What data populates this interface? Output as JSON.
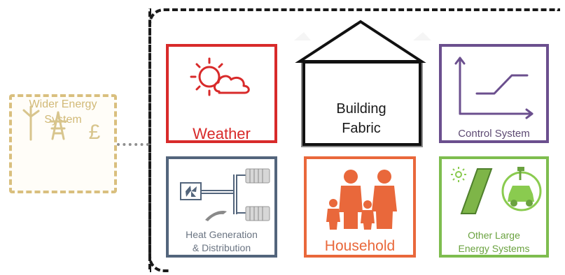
{
  "external": {
    "label": "Wider Energy System",
    "icons": [
      "wind-turbine-icon",
      "pylon-icon",
      "pound-icon"
    ]
  },
  "boundary": {
    "building": {
      "label": "Building Fabric"
    }
  },
  "cards": {
    "weather": {
      "label": "Weather",
      "icon": "sun-cloud-icon",
      "color": "#d82a2a"
    },
    "control": {
      "label": "Control System",
      "icon": "control-curve-icon",
      "color": "#6b4f8e"
    },
    "heat": {
      "label": "Heat Generation & Distribution",
      "icon": "heat-distribution-icon",
      "color": "#53657c"
    },
    "household": {
      "label": "Household",
      "icon": "family-icon",
      "color": "#e9683b"
    },
    "other": {
      "label": "Other Large Energy Systems",
      "icon": "solar-and-ev-icon",
      "color": "#7ebd4f"
    }
  }
}
